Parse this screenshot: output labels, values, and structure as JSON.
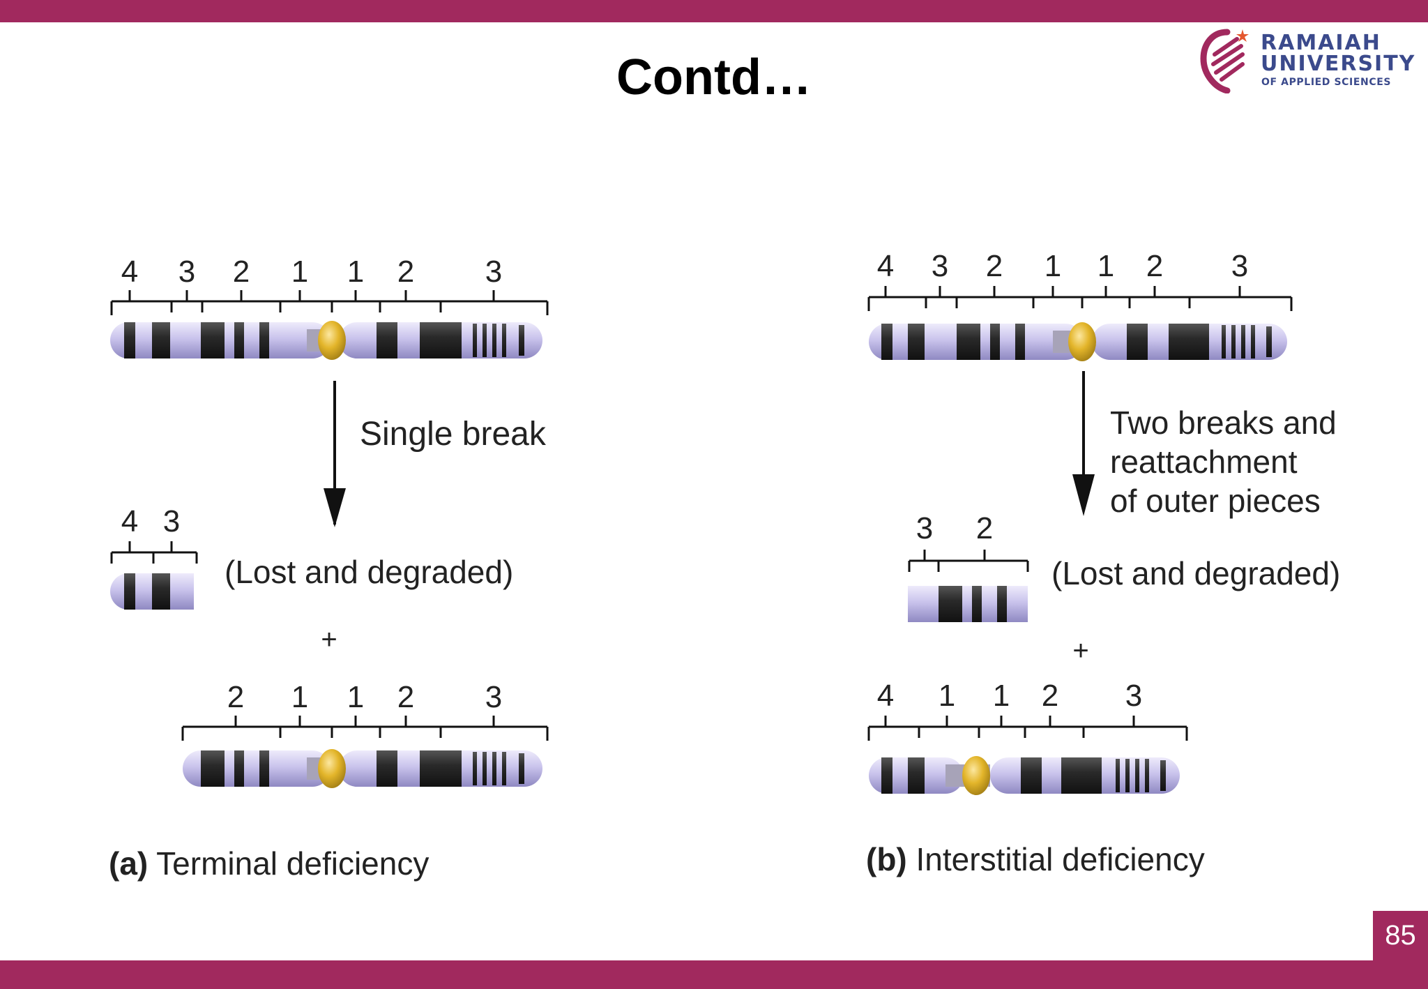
{
  "slide": {
    "title": "Contd…",
    "page_number": "85",
    "brand_color": "#A1295E",
    "logo": {
      "line1": "RAMAIAH",
      "line2": "UNIVERSITY",
      "line3": "OF APPLIED SCIENCES",
      "text_color": "#3B4A8C",
      "icon_name": "ramaiah-logo-icon"
    }
  },
  "diagram": {
    "colors": {
      "chromosome_light": "#C9C3EC",
      "chromosome_band": "#2A2A2A",
      "centromere": "#E3B52A",
      "line": "#111111"
    },
    "panel_a": {
      "top_numbers": [
        "4",
        "3",
        "2",
        "1",
        "1",
        "2",
        "3"
      ],
      "arrow_label": "Single break",
      "lost_numbers": [
        "4",
        "3"
      ],
      "lost_label": "(Lost and degraded)",
      "plus": "+",
      "result_numbers": [
        "2",
        "1",
        "1",
        "2",
        "3"
      ],
      "caption_letter": "(a)",
      "caption_text": " Terminal deficiency"
    },
    "panel_b": {
      "top_numbers": [
        "4",
        "3",
        "2",
        "1",
        "1",
        "2",
        "3"
      ],
      "arrow_label_lines": [
        "Two breaks and",
        "reattachment",
        "of outer pieces"
      ],
      "lost_numbers": [
        "3",
        "2"
      ],
      "lost_label": "(Lost and degraded)",
      "plus": "+",
      "result_numbers": [
        "4",
        "1",
        "1",
        "2",
        "3"
      ],
      "caption_letter": "(b)",
      "caption_text": " Interstitial deficiency"
    }
  }
}
